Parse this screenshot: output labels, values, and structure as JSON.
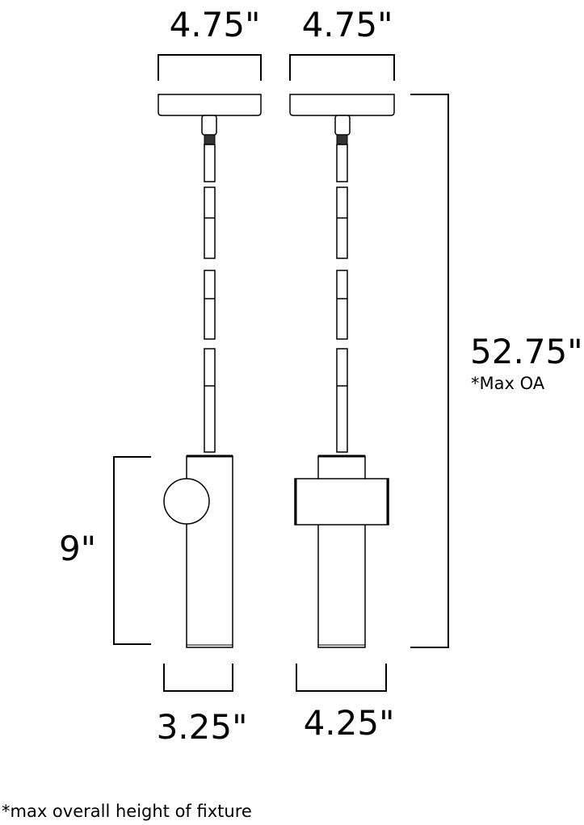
{
  "dimensions": {
    "left_canopy_width": "4.75\"",
    "right_canopy_width": "4.75\"",
    "fixture_height": "9\"",
    "left_body_width": "3.25\"",
    "right_body_width": "4.25\"",
    "overall_height": "52.75\"",
    "overall_height_note": "*Max OA"
  },
  "footnote": "*max overall height of fixture"
}
